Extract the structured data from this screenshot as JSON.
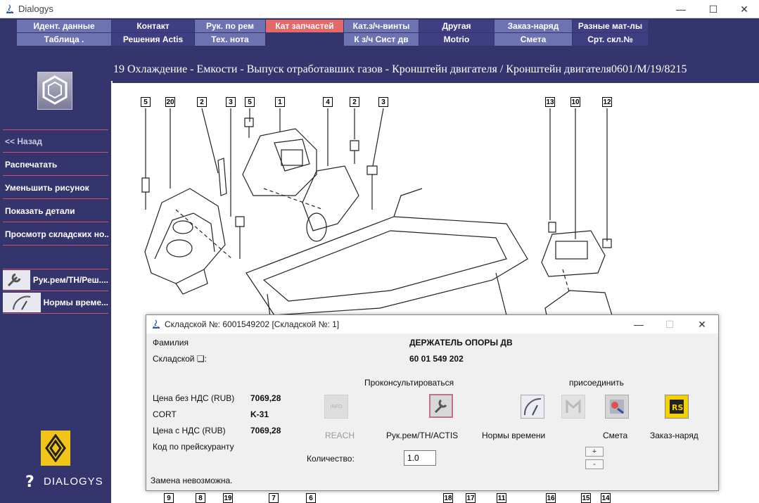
{
  "window": {
    "title": "Dialogys",
    "minimize": "—",
    "maximize": "☐",
    "close": "✕"
  },
  "menu": {
    "row1": [
      "Идент. данные",
      "Контакт",
      "Рук. по рем",
      "Кат запчастей",
      "Кат.з/ч-винты",
      "Другая",
      "Заказ-наряд",
      "Разные мат-лы"
    ],
    "row2": [
      "Таблица .",
      "Решения Actis",
      "Тех. нота",
      "",
      "К з/ч Сист дв",
      "Motrio",
      "Смета",
      "Срт. скл.№"
    ]
  },
  "breadcrumb": "19 Охлаждение - Емкости - Выпуск отработавших газов - Кронштейн двигателя / Кронштейн двигателя",
  "ref_code": "0601/M/19/8215",
  "sidebar": {
    "back": "<< Назад",
    "print": "Распечатать",
    "zoom_out": "Уменьшить рисунок",
    "show_details": "Показать детали",
    "view_stock": "Просмотр складских но...",
    "tool1": "Рук.рем/ТН/Реш....",
    "tool2": "Нормы време...",
    "brand": "DIALOGYS"
  },
  "callouts_top": [
    "5",
    "20",
    "2",
    "3",
    "5",
    "1",
    "4",
    "2",
    "3",
    "13",
    "10",
    "12"
  ],
  "callouts_bottom": [
    "9",
    "8",
    "19",
    "7",
    "6",
    "18",
    "17",
    "11",
    "16",
    "15",
    "14"
  ],
  "dialog": {
    "title": "Складской №: 6001549202 [Складской №: 1]",
    "family_label": "Фамилия",
    "family_value": "ДЕРЖАТЕЛЬ ОПОРЫ ДВ",
    "stock_label": "Складской ❑:",
    "stock_value": "60 01 549 202",
    "price_net_label": "Цена без НДС (RUB)",
    "price_net_value": "7069,28",
    "cort_label": "CORT",
    "cort_value": "K-31",
    "price_vat_label": "Цена с НДС (RUB)",
    "price_vat_value": "7069,28",
    "pricelist_label": "Код по прейскуранту",
    "consult_label": "Проконсультироваться",
    "attach_label": "присоединить",
    "reach_label": "REACH",
    "actis_label": "Рук.рем/ТН/ACTIS",
    "norms_label": "Нормы времени",
    "estimate_label": "Смета",
    "order_label": "Заказ-наряд",
    "qty_label": "Количество:",
    "qty_value": "1.0",
    "plus": "+",
    "minus": "-",
    "status": "Замена невозможна."
  }
}
